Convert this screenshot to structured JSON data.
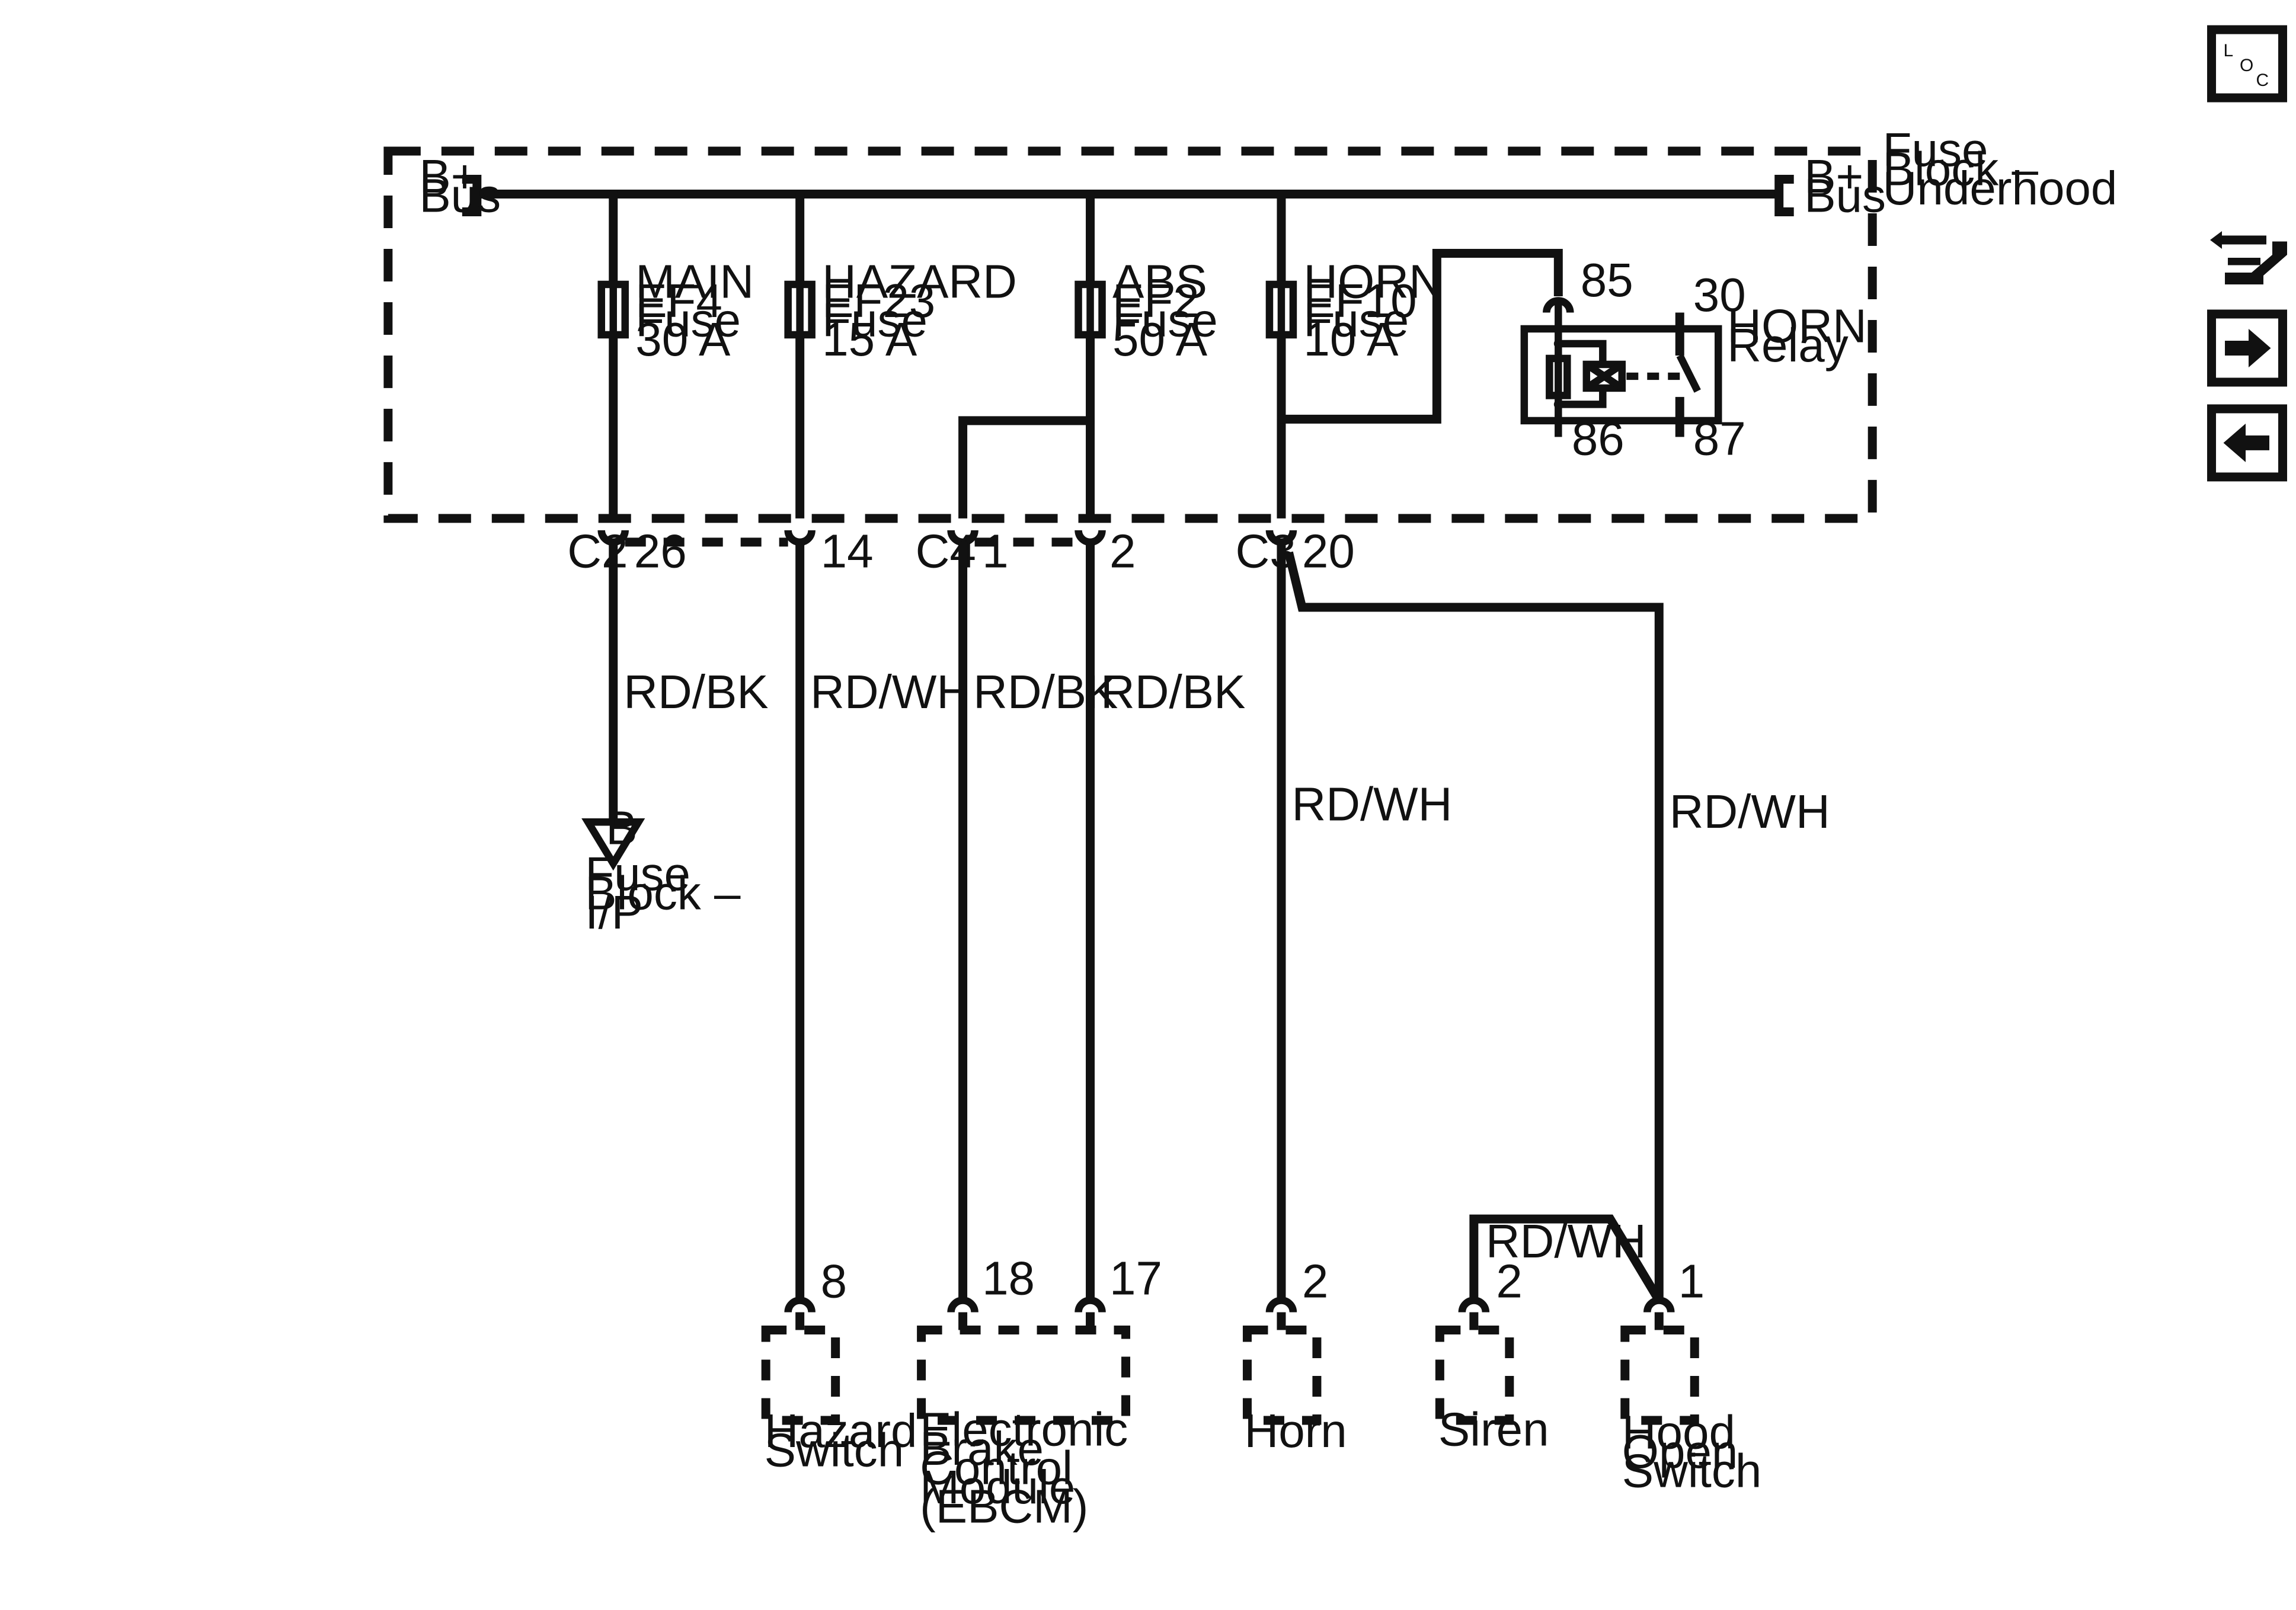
{
  "fuse_block": {
    "label": [
      "Fuse",
      "Block –",
      "Underhood"
    ]
  },
  "bus": {
    "left": [
      "B+",
      "Bus"
    ],
    "right": [
      "B+",
      "Bus"
    ]
  },
  "fuses": [
    {
      "name": "MAIN",
      "id": "EF4",
      "type": "Fuse",
      "rating": "30 A"
    },
    {
      "name": "HAZARD",
      "id": "EF23",
      "type": "Fuse",
      "rating": "15 A"
    },
    {
      "name": "ABS",
      "id": "EF2",
      "type": "Fuse",
      "rating": "50 A"
    },
    {
      "name": "HORN",
      "id": "EF10",
      "type": "Fuse",
      "rating": "10 A"
    }
  ],
  "relay": {
    "name": [
      "HORN",
      "Relay"
    ],
    "pins": {
      "p85": "85",
      "p86": "86",
      "p30": "30",
      "p87": "87"
    }
  },
  "connectors": {
    "c2": "C2",
    "c2_26": "26",
    "c2_14": "14",
    "c4": "C4",
    "c4_1": "1",
    "c4_2": "2",
    "c3": "C3",
    "c3_20": "20"
  },
  "wires": {
    "w1": "RD/BK",
    "w2": "RD/WH",
    "w3": "RD/BK",
    "w4": "RD/BK",
    "w5": "RD/WH",
    "w6": "RD/WH",
    "w7": "RD/WH"
  },
  "ground_ref": {
    "symbol": "B",
    "label": [
      "Fuse",
      "Block –",
      "I/P"
    ]
  },
  "components": {
    "hazard": {
      "pin": "8",
      "label": [
        "Hazard",
        "Switch"
      ]
    },
    "ebcm": {
      "pin_a": "18",
      "pin_b": "17",
      "label": [
        "Electronic",
        "Brake",
        "Control",
        "Module",
        "(EBCM)"
      ]
    },
    "horn": {
      "pin": "2",
      "label": [
        "Horn"
      ]
    },
    "siren": {
      "pin": "2",
      "label": [
        "Siren"
      ]
    },
    "hood": {
      "pin": "1",
      "label": [
        "Hood",
        "Open",
        "Switch"
      ]
    }
  },
  "nav": {
    "loc_icon": "loc-icon",
    "loc_letters": [
      "L",
      "O",
      "C"
    ],
    "swap_icon": "swap-arrows-icon",
    "next_icon": "arrow-right-icon",
    "prev_icon": "arrow-left-icon"
  }
}
